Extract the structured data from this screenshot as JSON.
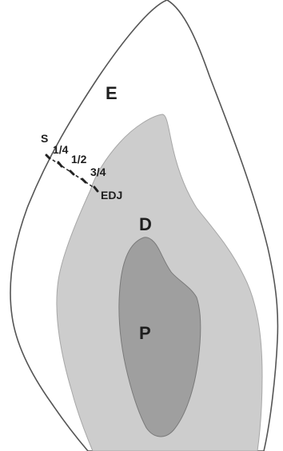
{
  "labels": {
    "enamel": "E",
    "dentin": "D",
    "pulp": "P",
    "surface": "S",
    "quarter": "1/4",
    "half": "1/2",
    "three_quarter": "3/4",
    "edj": "EDJ"
  },
  "colors": {
    "enamel_fill": "#ffffff",
    "dentin_fill": "#cdcdcd",
    "pulp_fill": "#9f9f9f",
    "outline": "#555555",
    "text": "#1e1e1e"
  }
}
